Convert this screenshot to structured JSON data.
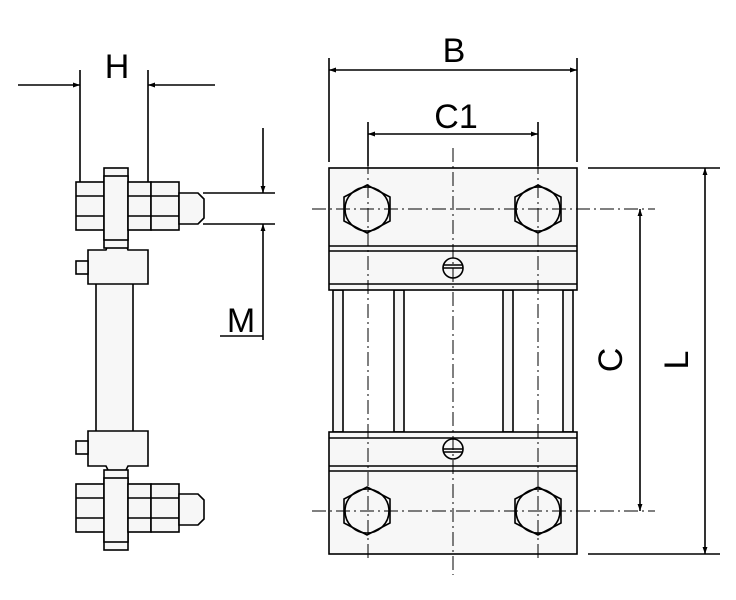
{
  "labels": {
    "h": "H",
    "m": "M",
    "b": "B",
    "c1": "C1",
    "c": "C",
    "l": "L"
  },
  "colors": {
    "stroke": "#000000",
    "background": "#ffffff",
    "part_fill": "#f7f7f7"
  }
}
